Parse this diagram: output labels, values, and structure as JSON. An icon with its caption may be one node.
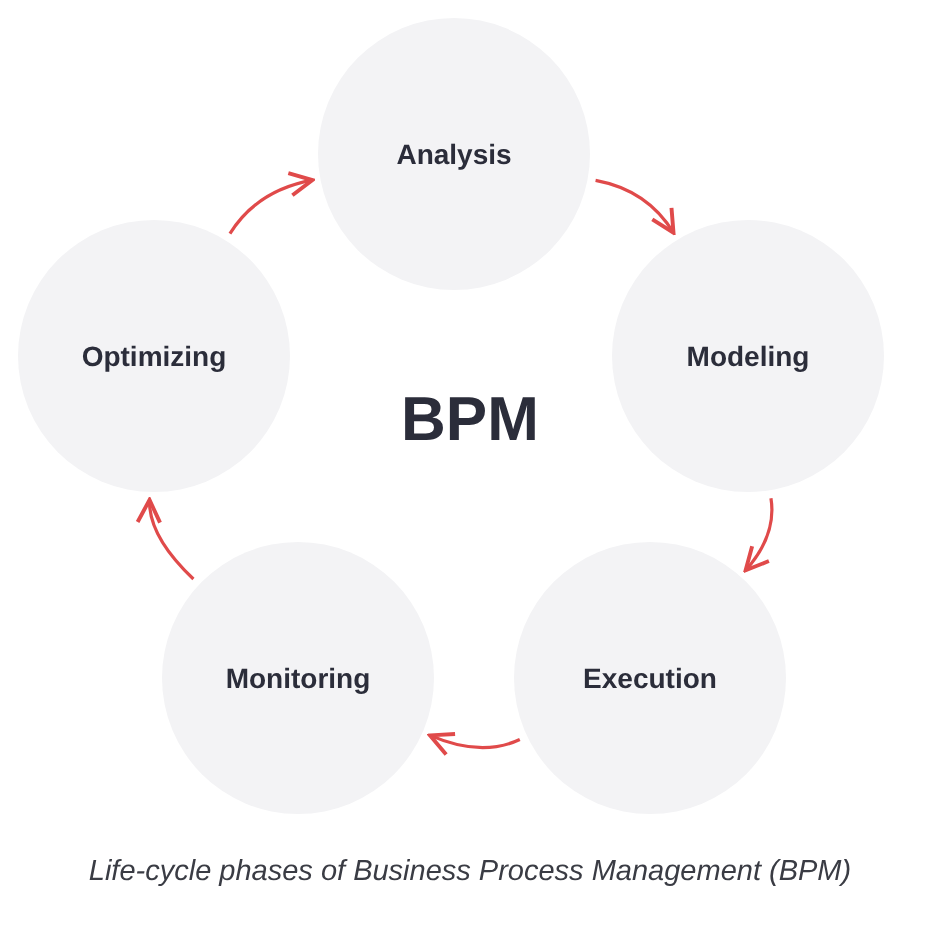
{
  "diagram": {
    "caption": "Life-cycle phases of Business Process Management (BPM)",
    "nodes": [
      {
        "text": [
          "Analysis"
        ]
      },
      {
        "text": [
          "Optimizing"
        ]
      },
      {
        "text": [
          "Modeling"
        ]
      },
      {
        "text": [
          "Monitoring"
        ]
      },
      {
        "text": [
          "Execution"
        ]
      }
    ],
    "edges": [
      {
        "from": 1,
        "to": 0,
        "arrow": "to"
      },
      {
        "from": 0,
        "to": 2,
        "arrow": "to"
      },
      {
        "from": 2,
        "to": 4,
        "arrow": "to"
      },
      {
        "from": 4,
        "to": 3,
        "arrow": "to"
      },
      {
        "from": 3,
        "to": 1,
        "arrow": "to"
      }
    ],
    "labels": [
      "BPM"
    ]
  }
}
